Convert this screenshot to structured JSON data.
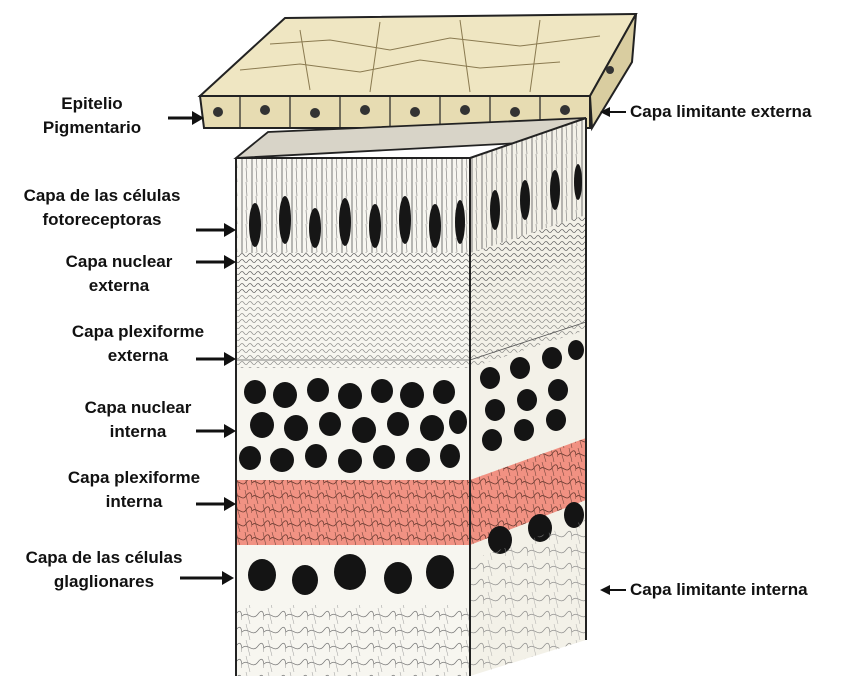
{
  "labels": {
    "epitelio": [
      "Epitelio",
      "Pigmentario"
    ],
    "fotoreceptoras": [
      "Capa de las células",
      "fotoreceptoras"
    ],
    "nuclear_externa": [
      "Capa nuclear",
      "externa"
    ],
    "plexiforme_externa": [
      "Capa plexiforme",
      "externa"
    ],
    "nuclear_interna": [
      "Capa nuclear",
      "interna"
    ],
    "plexiforme_interna": [
      "Capa plexiforme",
      "interna"
    ],
    "glaglionares": [
      "Capa de las células",
      "glaglionares"
    ],
    "limitante_externa": "Capa limitante externa",
    "limitante_interna": "Capa limitante interna"
  },
  "colors": {
    "highlight": "#f08070",
    "epithelium": "#efe6c2",
    "ink": "#161616",
    "paper": "#f7f6f0"
  }
}
